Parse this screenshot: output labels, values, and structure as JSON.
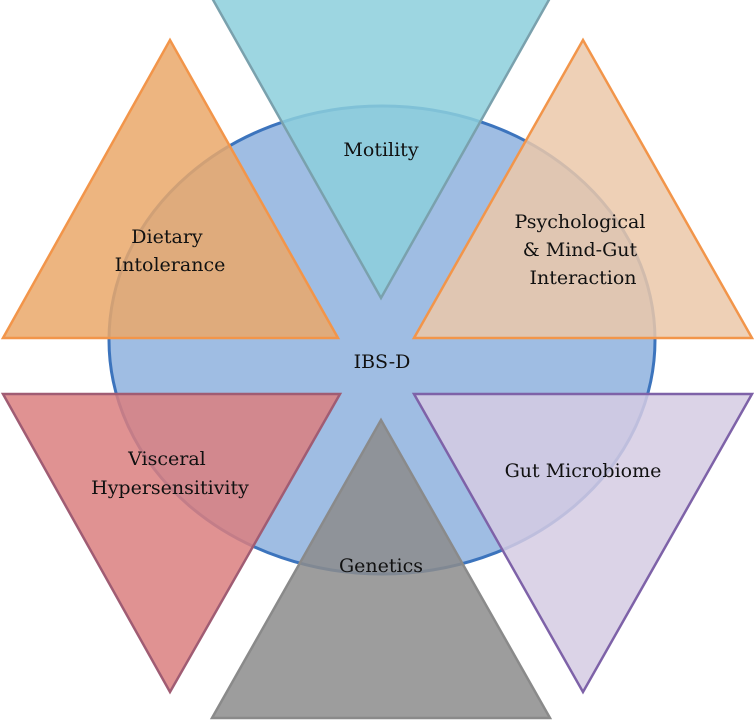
{
  "center": {
    "label": "IBS-D",
    "fill": "#9fbde3",
    "stroke": "#3c74bd"
  },
  "factors": [
    {
      "id": "motility",
      "lines": [
        "Motility"
      ],
      "fill": "#8ccfdc",
      "stroke": "#7aa1ad",
      "direction": "down"
    },
    {
      "id": "dietary-intolerance",
      "lines": [
        "Dietary",
        "Intolerance"
      ],
      "fill": "#eaa86a",
      "stroke": "#f2954a",
      "direction": "up"
    },
    {
      "id": "psychological",
      "lines": [
        "Psychological",
        "& Mind-Gut",
        "Interaction"
      ],
      "fill": "#ebc8a9",
      "stroke": "#f2954a",
      "direction": "up"
    },
    {
      "id": "visceral-hypersensitivity",
      "lines": [
        "Visceral",
        "Hypersensitivity"
      ],
      "fill": "#db7f7f",
      "stroke": "#a05c73",
      "direction": "down"
    },
    {
      "id": "gut-microbiome",
      "lines": [
        "Gut Microbiome"
      ],
      "fill": "#d5cbe3",
      "stroke": "#7e62a8",
      "direction": "down"
    },
    {
      "id": "genetics",
      "lines": [
        "Genetics"
      ],
      "fill": "#8c8c8c",
      "stroke": "#8a8a8a",
      "direction": "up"
    }
  ]
}
